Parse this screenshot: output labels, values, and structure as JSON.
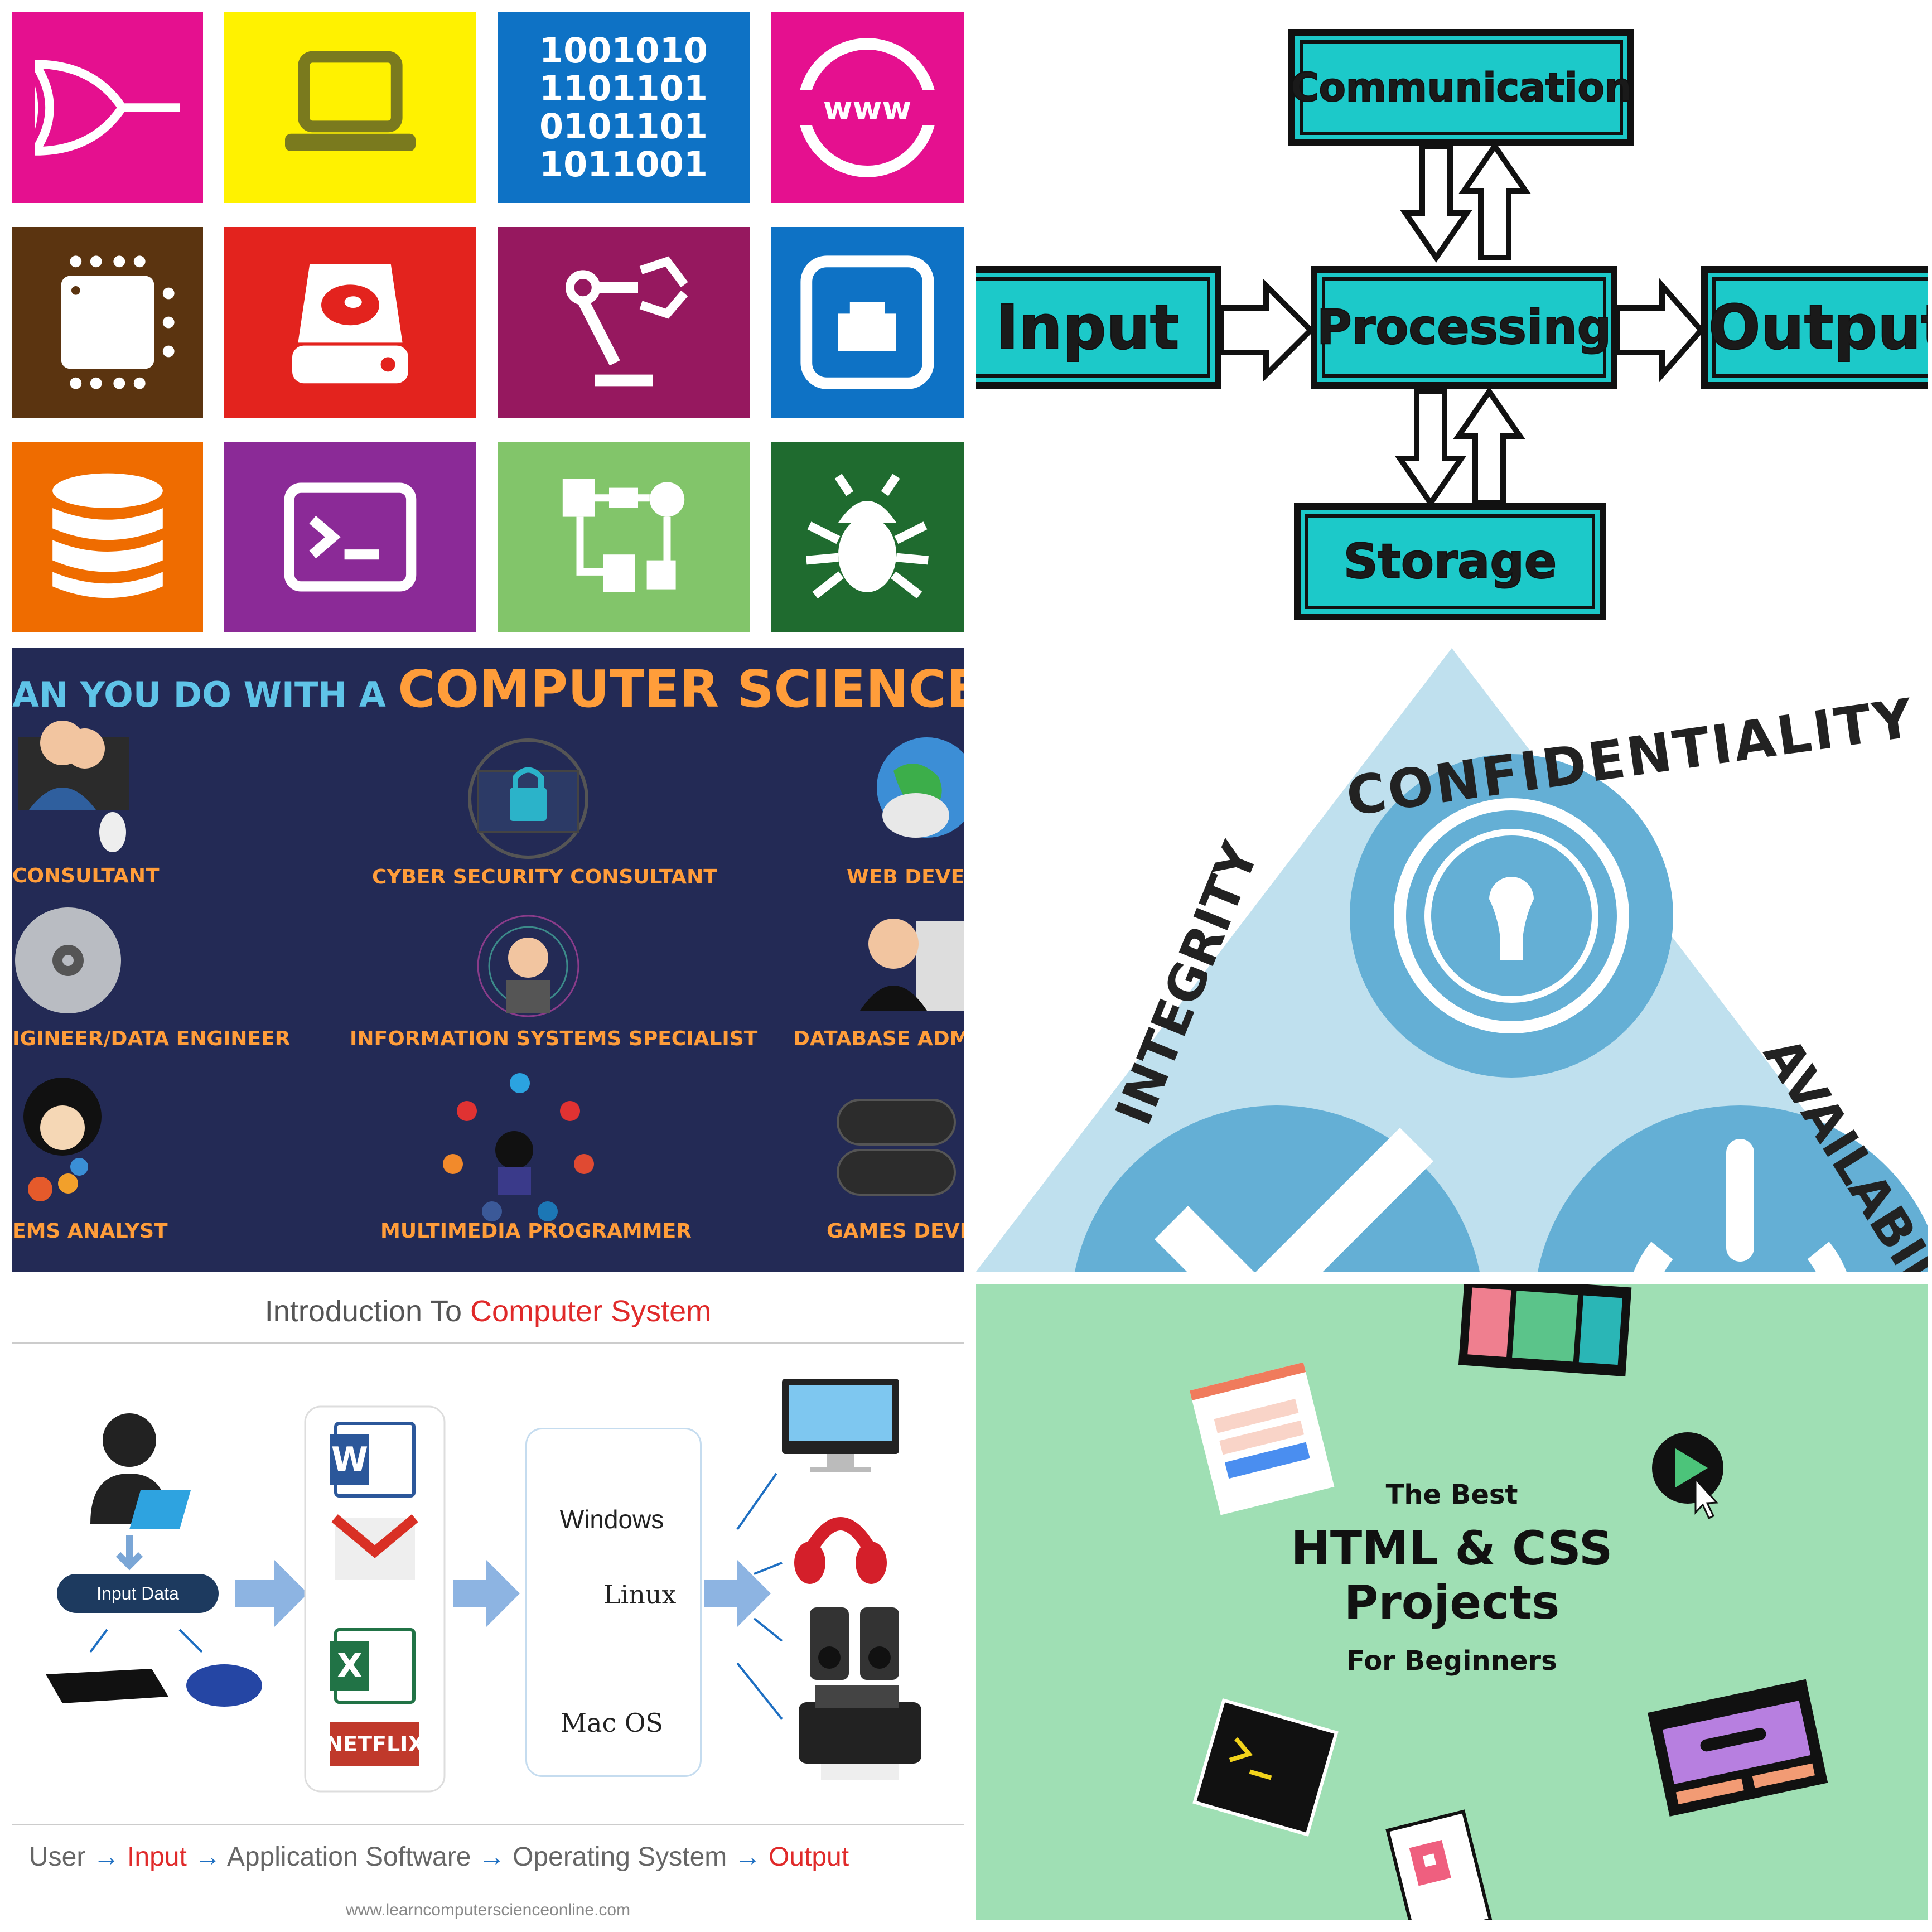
{
  "tiles": {
    "binary_text": "1001010\n1101101\n0101101\n1011001",
    "colors": [
      "#e5108f",
      "#fff200",
      "#0e72c5",
      "#e5108f",
      "#5b3410",
      "#e3231e",
      "#96185f",
      "#0e72c5",
      "#ef6c00",
      "#8b2a97",
      "#82c56a",
      "#1f6b2f"
    ],
    "icons": [
      "logic-gate-icon",
      "laptop-icon",
      "binary-icon",
      "www-globe-icon",
      "cpu-chip-icon",
      "hard-drive-icon",
      "robot-arm-icon",
      "ethernet-port-icon",
      "database-icon",
      "terminal-icon",
      "flowchart-icon",
      "bug-icon"
    ]
  },
  "flow": {
    "communication": "Communication",
    "input": "Input",
    "processing": "Processing",
    "output": "Output",
    "storage": "Storage"
  },
  "cs_degree": {
    "title_lead": "AN YOU DO WITH A ",
    "title_main": "COMPUTER SCIENCE",
    "title_tail": " D",
    "jobs": {
      "consultant": "CONSULTANT",
      "cyber": "CYBER SECURITY CONSULTANT",
      "web": "WEB DEVEL",
      "engineer": "IGINEER/DATA ENGINEER",
      "infosys": "INFORMATION SYSTEMS SPECIALIST",
      "dbadmin": "DATABASE ADMIN",
      "analyst": "EMS ANALYST",
      "multimedia": "MULTIMEDIA PROGRAMMER",
      "games": "GAMES DEVEL"
    }
  },
  "cia": {
    "confidentiality": "CONFIDENTIALITY",
    "integrity": "INTEGRITY",
    "availability": "AVAILABILITY"
  },
  "intro": {
    "title_plain": "Introduction To ",
    "title_red": "Computer System",
    "input_data": "Input Data",
    "windows": "Windows",
    "linux": "Linux",
    "macos": "Mac OS",
    "netflix": "NETFLIX",
    "flow_user": "User",
    "flow_input": "Input",
    "flow_app": "Application Software",
    "flow_os": "Operating System",
    "flow_output": "Output",
    "arrow": "→",
    "site": "www.learncomputerscienceonline.com"
  },
  "projects": {
    "line1": "The Best",
    "line2": "HTML & CSS",
    "line3": "Projects",
    "line4": "For Beginners"
  }
}
